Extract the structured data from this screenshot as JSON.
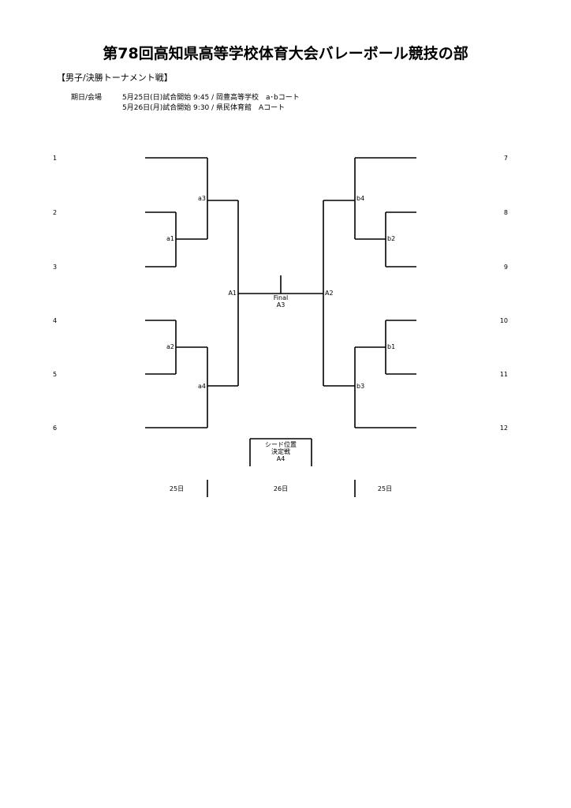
{
  "document": {
    "title": "第78回高知県高等学校体育大会バレーボール競技の部",
    "subtitle": "【男子/決勝トーナメント戦】",
    "schedule": {
      "label": "期日/会場",
      "line1": "5月25日(日)試合開始 9:45 / 岡豊高等学校　a･bコート",
      "line2": "5月26日(月)試合開始 9:30 / 県民体育館　Aコート"
    }
  },
  "bracket": {
    "left_seeds": [
      "1",
      "2",
      "3",
      "4",
      "5",
      "6"
    ],
    "right_seeds": [
      "7",
      "8",
      "9",
      "10",
      "11",
      "12"
    ],
    "matches": {
      "a1": "a1",
      "a2": "a2",
      "a3": "a3",
      "a4": "a4",
      "b1": "b1",
      "b2": "b2",
      "b3": "b3",
      "b4": "b4",
      "A1": "A1",
      "A2": "A2"
    },
    "final": {
      "label": "Final",
      "code": "A3"
    },
    "seed_decision": {
      "line1": "シード位置",
      "line2": "決定戦",
      "code": "A4"
    },
    "days": {
      "left": "25日",
      "center": "26日",
      "right": "25日"
    }
  }
}
